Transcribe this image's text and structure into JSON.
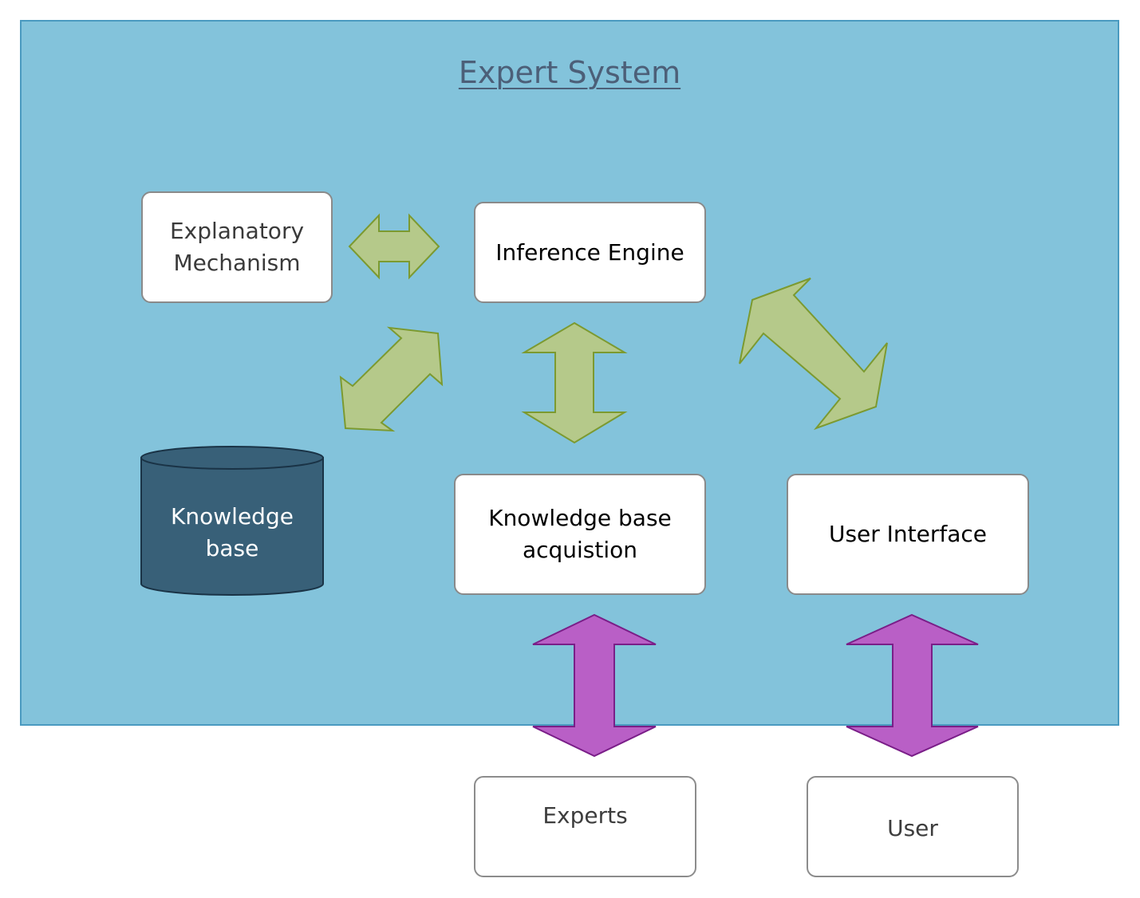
{
  "container": {
    "title": "Expert System"
  },
  "nodes": {
    "explanatory_mechanism": "Explanatory Mechanism",
    "inference_engine": "Inference Engine",
    "knowledge_base": "Knowledge base",
    "knowledge_base_acquisition": "Knowledge base acquistion",
    "user_interface": "User Interface",
    "experts": "Experts",
    "user": "User"
  },
  "colors": {
    "container_fill": "#83c3db",
    "internal_arrow": "#b5c98a",
    "external_arrow": "#b95fc6",
    "database_fill": "#386078"
  }
}
